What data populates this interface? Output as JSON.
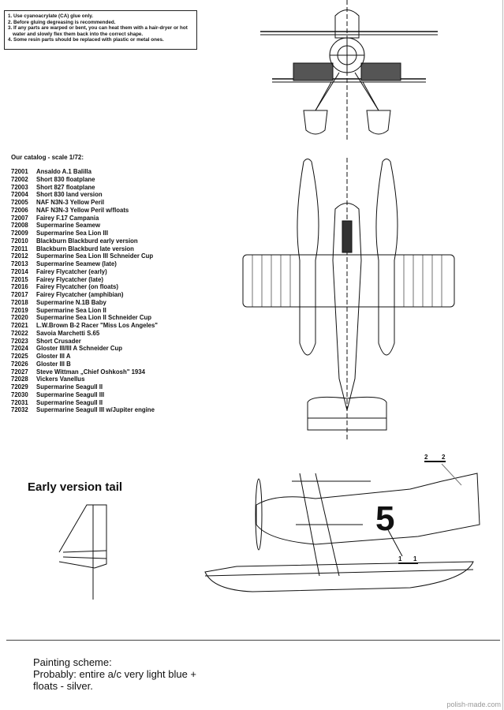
{
  "notes": [
    "1. Use cyanoacrylate (CA) glue only.",
    "2. Before gluing degreasing is recommended.",
    "3. If any parts are warped or bent, you can heat them with a hair-dryer or hot",
    "water and slowly flex them back into the correct shape.",
    "4. Some resin parts should be replaced with plastic or metal ones."
  ],
  "catalog": {
    "title": "Our catalog - scale 1/72:",
    "items": [
      {
        "code": "72001",
        "name": "Ansaldo A.1 Balilla"
      },
      {
        "code": "72002",
        "name": "Short 830 floatplane"
      },
      {
        "code": "72003",
        "name": "Short 827 floatplane"
      },
      {
        "code": "72004",
        "name": "Short 830 land version"
      },
      {
        "code": "72005",
        "name": "NAF N3N-3 Yellow Peril"
      },
      {
        "code": "72006",
        "name": "NAF N3N-3 Yellow Peril w/floats"
      },
      {
        "code": "72007",
        "name": "Fairey F.17 Campania"
      },
      {
        "code": "72008",
        "name": "Supermarine Seamew"
      },
      {
        "code": "72009",
        "name": "Supermarine Sea Lion III"
      },
      {
        "code": "72010",
        "name": "Blackburn Blackburd early version"
      },
      {
        "code": "72011",
        "name": "Blackburn Blackburd late version"
      },
      {
        "code": "72012",
        "name": "Supermarine Sea Lion III Schneider Cup"
      },
      {
        "code": "72013",
        "name": "Supermarine Seamew (late)"
      },
      {
        "code": "72014",
        "name": "Fairey Flycatcher (early)"
      },
      {
        "code": "72015",
        "name": "Fairey Flycatcher (late)"
      },
      {
        "code": "72016",
        "name": "Fairey Flycatcher (on floats)"
      },
      {
        "code": "72017",
        "name": "Fairey Flycatcher (amphibian)"
      },
      {
        "code": "72018",
        "name": "Supermarine N.1B Baby"
      },
      {
        "code": "72019",
        "name": "Supermarine Sea Lion II"
      },
      {
        "code": "72020",
        "name": "Supermarine Sea Lion II Schneider Cup"
      },
      {
        "code": "72021",
        "name": "L.W.Brown B-2 Racer \"Miss Los Angeles\""
      },
      {
        "code": "72022",
        "name": "Savoia Marchetti S.65"
      },
      {
        "code": "72023",
        "name": "Short Crusader"
      },
      {
        "code": "72024",
        "name": "Gloster III/III A Schneider Cup"
      },
      {
        "code": "72025",
        "name": "Gloster III A"
      },
      {
        "code": "72026",
        "name": "Gloster III B"
      },
      {
        "code": "72027",
        "name": "Steve Wittman „Chief Oshkosh\" 1934"
      },
      {
        "code": "72028",
        "name": "Vickers Vanellus"
      },
      {
        "code": "72029",
        "name": "Supermarine Seagull II"
      },
      {
        "code": "72030",
        "name": "Supermarine Seagull III"
      },
      {
        "code": "72031",
        "name": "Supermarine Seagull II"
      },
      {
        "code": "72032",
        "name": "Supermarine Seagull III  w/Jupiter engine"
      }
    ]
  },
  "tail_title": "Early version tail",
  "side_view": {
    "race_number": "5",
    "callouts": [
      {
        "left": "2",
        "right": "2"
      },
      {
        "left": "1",
        "right": "1"
      }
    ]
  },
  "painting": {
    "title": "Painting scheme:",
    "line1": "Probably: entire a/c very light blue +",
    "line2": "floats - silver."
  },
  "watermark": "polish-made.com"
}
